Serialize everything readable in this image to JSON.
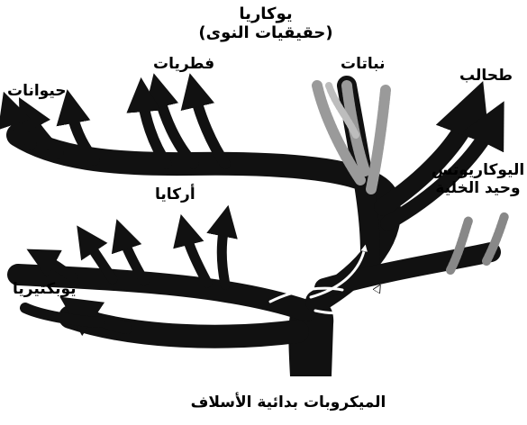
{
  "title": {
    "main": "يوكاريا",
    "sub": "(حقيقيات النوى)"
  },
  "groups": {
    "animals": "حيوانات",
    "fungi": "فطريات",
    "plants": "نباتات",
    "algae": "طحالب",
    "archaea": "أركايا",
    "unicellular_line1": "اليوكاريوتس",
    "unicellular_line2": "وحيد الخلية",
    "bacteria": "يوبكتيريا"
  },
  "root": "الميكروبات بدائية الأسلاف",
  "colors": {
    "branch": "#111111",
    "plant_branch": "#9a9a9a",
    "background": "#ffffff"
  }
}
